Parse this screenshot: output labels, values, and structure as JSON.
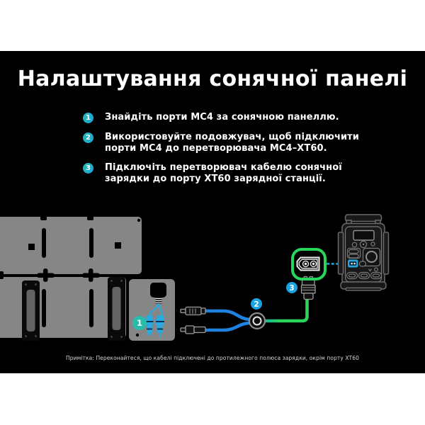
{
  "title": "Налаштування сонячної панелі",
  "steps": [
    {
      "num": "1",
      "text": "Знайдіть порти MC4 за сонячною панеллю."
    },
    {
      "num": "2",
      "text": "Використовуйте подовжувач, щоб підключити\nпорти MC4 до перетворювача MC4–XT60."
    },
    {
      "num": "3",
      "text": "Підключіть перетворювач кабелю сонячної\nзарядки до порту XT60 зарядної станції."
    }
  ],
  "note": "Примітка: Переконайтеся, що кабелі підключені до протилежного полюса зарядки, окрім порту XT60",
  "diagram": {
    "badges": {
      "one": "1",
      "two": "2",
      "three": "3"
    }
  },
  "colors": {
    "board_black": "#000000",
    "accent_teal": "#28bcab",
    "accent_blue": "#1aa3e2",
    "cable_blue": "#1e82e0",
    "cable_teal": "#10b3a3",
    "cable_green": "#2bd45c",
    "callout_green": "#28d55f",
    "highlight_cyan": "#29a8e0",
    "connector_cyan": "#2aaae0",
    "panel_gray": "#868686",
    "outline_gray": "#6a6a6a",
    "note_gray": "#d6d6d6"
  }
}
